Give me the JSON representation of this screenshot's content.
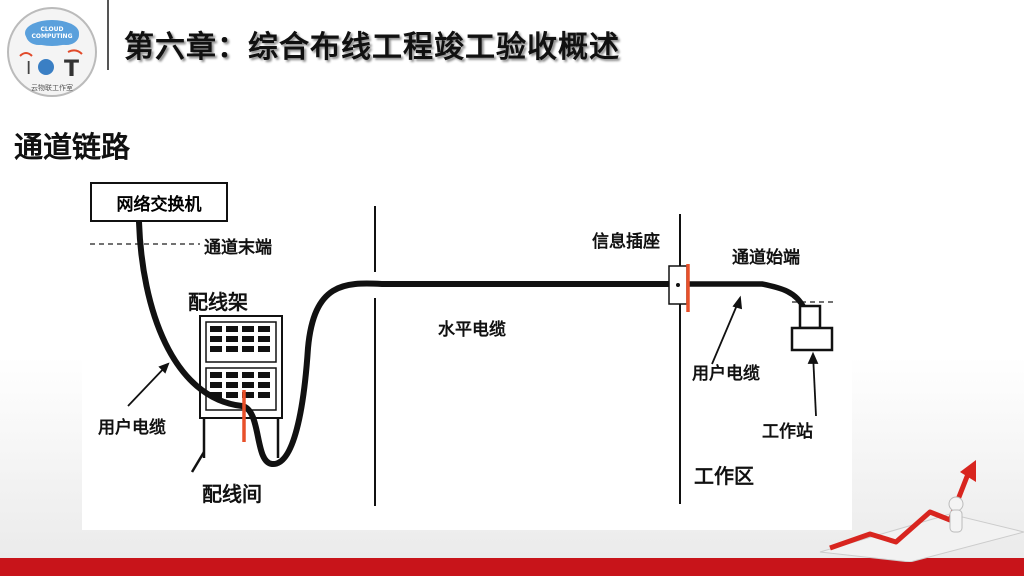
{
  "header": {
    "logo_text_top": "CLOUD COMPUTING",
    "logo_text_bottom": "云物联工作室",
    "title": "第六章：综合布线工程竣工验收概述"
  },
  "section": {
    "heading": "通道链路"
  },
  "diagram": {
    "switch_label": "网络交换机",
    "channel_end": "通道末端",
    "patch_frame": "配线架",
    "user_cable_left": "用户电缆",
    "wiring_room": "配线间",
    "horizontal_cable": "水平电缆",
    "info_outlet": "信息插座",
    "channel_start": "通道始端",
    "user_cable_right": "用户电缆",
    "workstation": "工作站",
    "work_area": "工作区"
  },
  "colors": {
    "footer": "#c8141a",
    "connector": "#e8502a",
    "cable": "#111111"
  }
}
